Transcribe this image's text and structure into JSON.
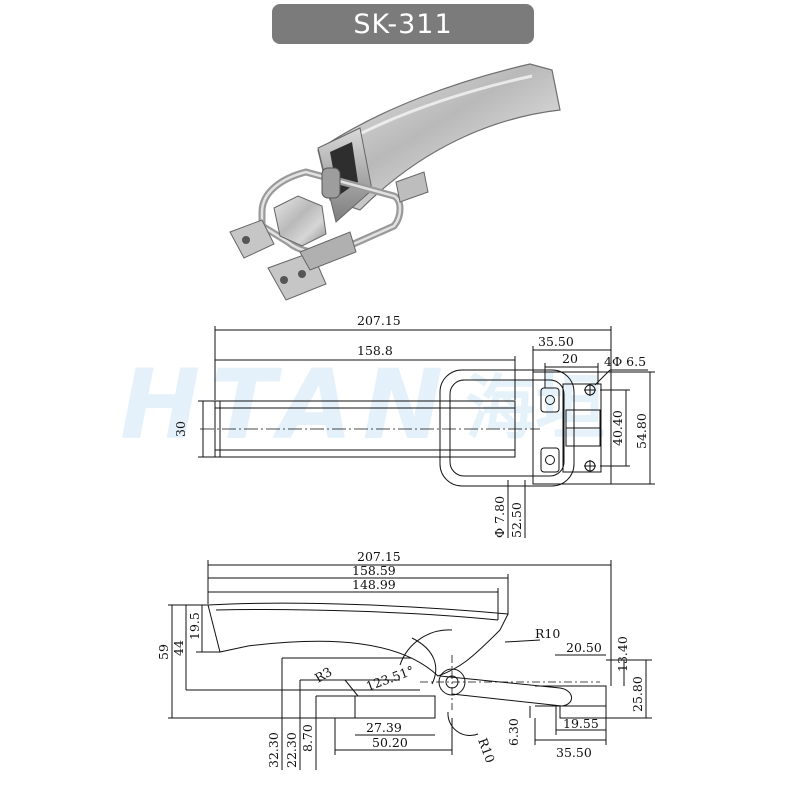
{
  "title": "SK-311",
  "watermark": {
    "latin": "HTAN",
    "cjk": "海坦"
  },
  "top_view": {
    "dims": {
      "overall_length": "207.15",
      "handle_length": "158.8",
      "height": "30",
      "bracket_width": "35.50",
      "hole_spacing_x": "20",
      "hole_spec": "4Φ 6.5",
      "hole_spacing_y": "40.40",
      "bracket_height": "54.80",
      "pin_diameter": "Φ 7.80",
      "pin_offset": "52.50"
    }
  },
  "side_view": {
    "dims": {
      "overall_length": "207.15",
      "length_2": "158.59",
      "length_3": "148.99",
      "height_59": "59",
      "height_44": "44",
      "height_19_5": "19.5",
      "radius_r10_top": "R10",
      "dim_20_50": "20.50",
      "dim_13_40": "13.40",
      "radius_r3": "R3",
      "angle": "123.51°",
      "dim_25_80": "25.80",
      "dim_27_39": "27.39",
      "dim_19_55": "19.55",
      "dim_32_30": "32.30",
      "dim_22_30": "22.30",
      "dim_8_70": "8.70",
      "dim_50_20": "50.20",
      "dim_6_30": "6.30",
      "radius_r10_bottom": "R10",
      "dim_35_50": "35.50"
    }
  }
}
